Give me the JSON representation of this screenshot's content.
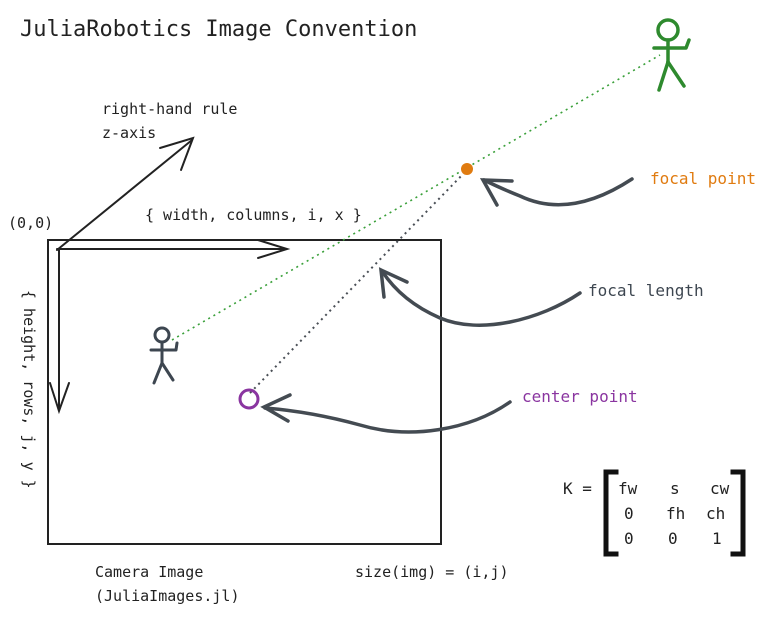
{
  "title": "JuliaRobotics Image Convention",
  "labels": {
    "z_axis_line1": "right-hand rule",
    "z_axis_line2": "z-axis",
    "origin": "(0,0)",
    "width_axis": "{ width, columns, i, x }",
    "height_axis": "{ height, rows, j, y }",
    "focal_point": "focal point",
    "focal_length": "focal length",
    "center_point": "center point",
    "camera_line1": "Camera Image",
    "camera_line2": "(JuliaImages.jl)",
    "size": "size(img) = (i,j)"
  },
  "matrix": {
    "name": "K =",
    "rows": [
      [
        "fw",
        "s",
        "cw"
      ],
      [
        "0",
        "fh",
        "ch"
      ],
      [
        "0",
        "0",
        "1"
      ]
    ]
  },
  "colors": {
    "ink": "#222222",
    "arrow": "#444b52",
    "focal": "#e07b10",
    "center": "#8a35a0",
    "person_far": "#2e8a2e",
    "person_near": "#3d4650",
    "dotted_green": "#3aa03a",
    "dotted_dark": "#4a4f56"
  }
}
